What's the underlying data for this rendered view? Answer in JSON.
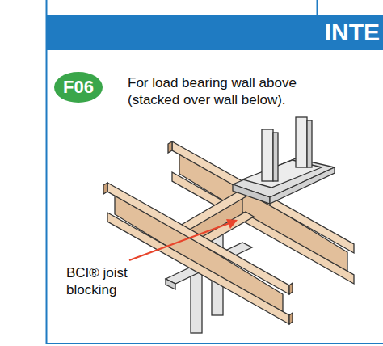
{
  "diagram": {
    "nodes": [
      {
        "text": [
          "INTE"
        ]
      },
      {
        "text": [
          "F06"
        ]
      }
    ],
    "labels": [
      "For load bearing wall above (stacked over wall below).",
      "BCI® joist blocking"
    ]
  }
}
